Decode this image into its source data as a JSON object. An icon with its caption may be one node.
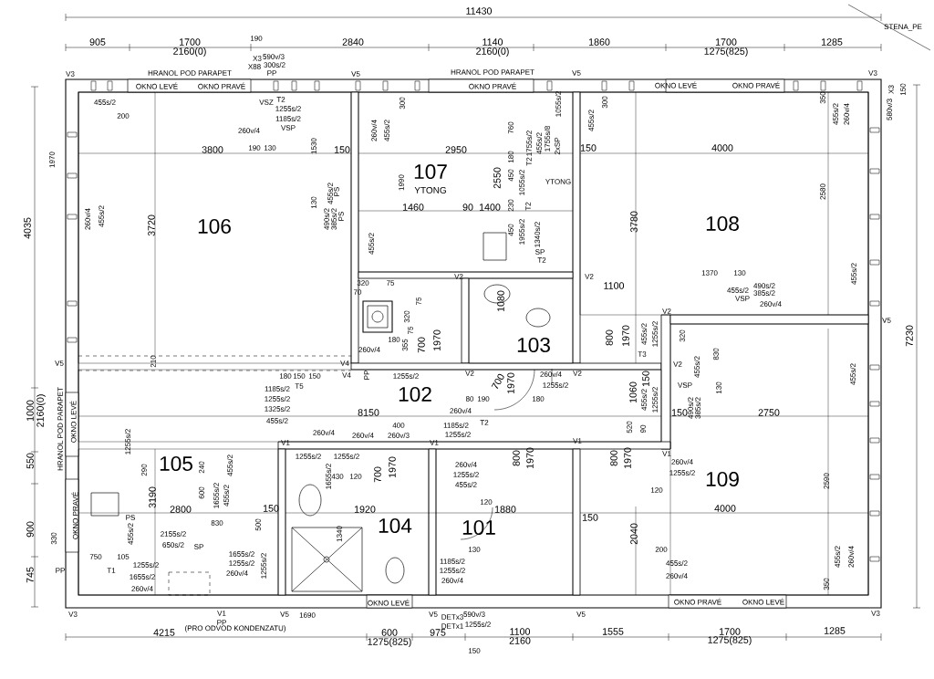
{
  "diagram": {
    "nodes": [
      {
        "text": [
          "106"
        ]
      },
      {
        "text": [
          "107",
          "YTONG"
        ]
      },
      {
        "text": [
          "108"
        ]
      },
      {
        "text": [
          "103"
        ]
      },
      {
        "text": [
          "102"
        ]
      },
      {
        "text": [
          "109"
        ]
      },
      {
        "text": [
          "105"
        ]
      },
      {
        "text": [
          "104"
        ]
      },
      {
        "text": [
          "101"
        ]
      }
    ],
    "labels": [
      "11430",
      "905",
      "1700",
      "2160(0)",
      "2840",
      "1140",
      "2160(0)",
      "1860",
      "1700",
      "1275(825)",
      "1285",
      "STENA_PE",
      "190",
      "X3",
      "590v/3",
      "X88",
      "300s/2",
      "V3",
      "HRANOL POD PARAPET",
      "PP",
      "V5",
      "HRANOL POD PARAPET",
      "V5",
      "V3",
      "OKNO LEVÉ",
      "OKNO PRAVÉ",
      "OKNO PRAVÉ",
      "OKNO LEVÉ",
      "OKNO PRAVÉ",
      "455s/2",
      "200",
      "VSZ",
      "T2",
      "1255s/2",
      "1185s/2",
      "VSP",
      "260v/4",
      "190",
      "130",
      "3800",
      "1970",
      "1530",
      "150",
      "260v/4",
      "455s/2",
      "300",
      "1055s/2",
      "300",
      "455s/2",
      "350",
      "455s/2",
      "260v/4",
      "X3",
      "150",
      "580v/3",
      "2950",
      "760",
      "1755s/2",
      "455s/2",
      "1755s/8",
      "2xSP",
      "150",
      "4000",
      "180",
      "T2",
      "1990",
      "2550",
      "450",
      "1055s/2",
      "YTONG",
      "455s/2",
      "PS",
      "130",
      "1460",
      "90",
      "1400",
      "230",
      "T2",
      "2580",
      "4035",
      "260v/4",
      "455s/2",
      "3720",
      "490s/2",
      "385s/2",
      "PS",
      "450",
      "1955s/2",
      "1340s/2",
      "3780",
      "SP",
      "T2",
      "455s/2",
      "V2",
      "V2",
      "320",
      "75",
      "1100",
      "1370",
      "130",
      "455s/2",
      "VSP",
      "490s/2",
      "385s/2",
      "260v/4",
      "455s/2",
      "70",
      "75",
      "320",
      "75",
      "1080",
      "V2",
      "V5",
      "800",
      "1970",
      "455s/2",
      "1255s/2",
      "320",
      "830",
      "7230",
      "355",
      "700",
      "1970",
      "180",
      "260v/4",
      "T3",
      "V5",
      "210",
      "V4",
      "V2",
      "180",
      "150",
      "150",
      "V4",
      "PP",
      "1255s/2",
      "V2",
      "260v/4",
      "V2",
      "700",
      "1970",
      "1255s/2",
      "455s/2",
      "VSP",
      "130",
      "455s/2",
      "T5",
      "1185s/2",
      "1060",
      "150",
      "1000",
      "2160(0)",
      "HRANOL POD PARAPET",
      "OKNO LEVÉ",
      "1255s/2",
      "1325s/2",
      "455s/2",
      "8150",
      "400",
      "1185s/2",
      "260v/4",
      "80",
      "190",
      "T2",
      "180",
      "520",
      "90",
      "455s/2",
      "1255s/2",
      "150",
      "490s/2",
      "385s/2",
      "2750",
      "1255s/2",
      "260v/4",
      "260v/4",
      "260v/3",
      "1255s/2",
      "V1",
      "V1",
      "V1",
      "V1",
      "1255s/2",
      "1255s/2",
      "550",
      "240",
      "455s/2",
      "290",
      "260v/4",
      "260v/4",
      "3190",
      "2800",
      "600",
      "1655s/2",
      "455s/2",
      "1655s/2",
      "430",
      "120",
      "700",
      "1970",
      "1255s/2",
      "455s/2",
      "120",
      "800",
      "1970",
      "800",
      "1970",
      "120",
      "1255s/2",
      "2590",
      "900",
      "OKNO PRAVÉ",
      "PS",
      "830",
      "500",
      "150",
      "1920",
      "1880",
      "150",
      "4000",
      "330",
      "455s/2",
      "2155s/2",
      "650s/2",
      "SP",
      "1340",
      "130",
      "2040",
      "200",
      "745",
      "PP",
      "750",
      "T1",
      "105",
      "1655s/2",
      "260v/4",
      "1255s/2",
      "260v/4",
      "1655s/2",
      "1255s/2",
      "1255s/2",
      "1185s/2",
      "1255s/2",
      "260v/4",
      "455s/2",
      "260v/4",
      "350",
      "455s/2",
      "260v/4",
      "OKNO LEVÉ",
      "OKNO PRAVÉ",
      "OKNO LEVÉ",
      "V3",
      "V1",
      "V5",
      "1690",
      "V5",
      "DETx3",
      "590v/3",
      "V5",
      "V3",
      "(PRO ODVOD KONDENZATU)",
      "PP",
      "DETx1",
      "1255s/2",
      "4215",
      "600",
      "975",
      "1100",
      "1555",
      "1700",
      "1285",
      "1275(825)",
      "2160",
      "1275(825)",
      "150"
    ]
  }
}
